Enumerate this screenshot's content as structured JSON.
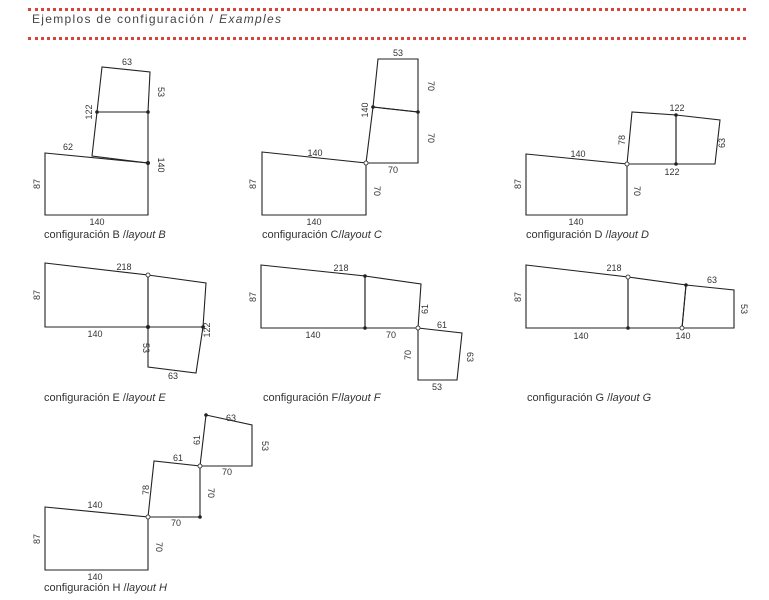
{
  "header": {
    "title_es": "Ejemplos de configuración",
    "separator": " / ",
    "title_en": "Examples"
  },
  "layouts": {
    "B": {
      "caption": "configuración B",
      "caption_sep": " /",
      "caption_en": "layout B",
      "dims": [
        "63",
        "53",
        "122",
        "62",
        "140",
        "87",
        "140"
      ]
    },
    "C": {
      "caption": "configuración C",
      "caption_sep": "/",
      "caption_en": "layout C",
      "dims": [
        "53",
        "70",
        "140",
        "70",
        "140",
        "70",
        "87",
        "70",
        "140"
      ]
    },
    "D": {
      "caption": "configuración D",
      "caption_sep": " /",
      "caption_en": "layout D",
      "dims": [
        "122",
        "78",
        "63",
        "140",
        "122",
        "87",
        "70",
        "140"
      ]
    },
    "E": {
      "caption": "configuración E",
      "caption_sep": " /",
      "caption_en": "layout E",
      "dims": [
        "218",
        "87",
        "140",
        "122",
        "53",
        "63"
      ]
    },
    "F": {
      "caption": "configuración F",
      "caption_sep": "/",
      "caption_en": "layout F",
      "dims": [
        "218",
        "87",
        "61",
        "140",
        "70",
        "61",
        "70",
        "63",
        "53"
      ]
    },
    "G": {
      "caption": "configuración G",
      "caption_sep": " /",
      "caption_en": "layout G",
      "dims": [
        "218",
        "63",
        "87",
        "53",
        "140",
        "140"
      ]
    },
    "H": {
      "caption": "configuración H",
      "caption_sep": " /",
      "caption_en": "layout H",
      "dims": [
        "63",
        "61",
        "53",
        "61",
        "70",
        "78",
        "70",
        "140",
        "70",
        "87",
        "70",
        "140"
      ]
    }
  }
}
